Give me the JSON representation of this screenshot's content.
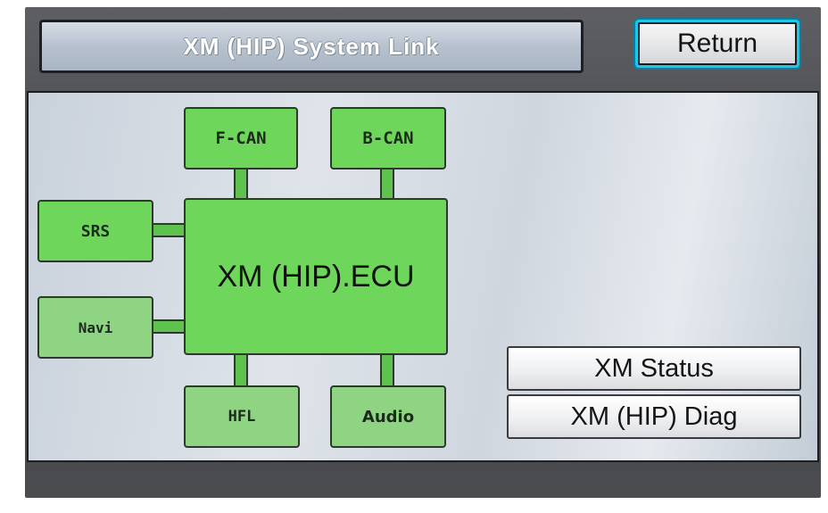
{
  "header": {
    "title": "XM (HIP) System Link",
    "return_label": "Return"
  },
  "diagram": {
    "ecu_label": "XM (HIP).ECU",
    "nodes": {
      "fcan": "F-CAN",
      "bcan": "B-CAN",
      "srs": "SRS",
      "navi": "Navi",
      "hfl": "HFL",
      "audio": "Audio"
    }
  },
  "menu": {
    "xm_status": "XM Status",
    "xm_hip_diag": "XM (HIP) Diag"
  },
  "colors": {
    "node_active": "#6ed75b",
    "node_inactive": "#8ed483",
    "selection_highlight": "#20c6e6"
  }
}
